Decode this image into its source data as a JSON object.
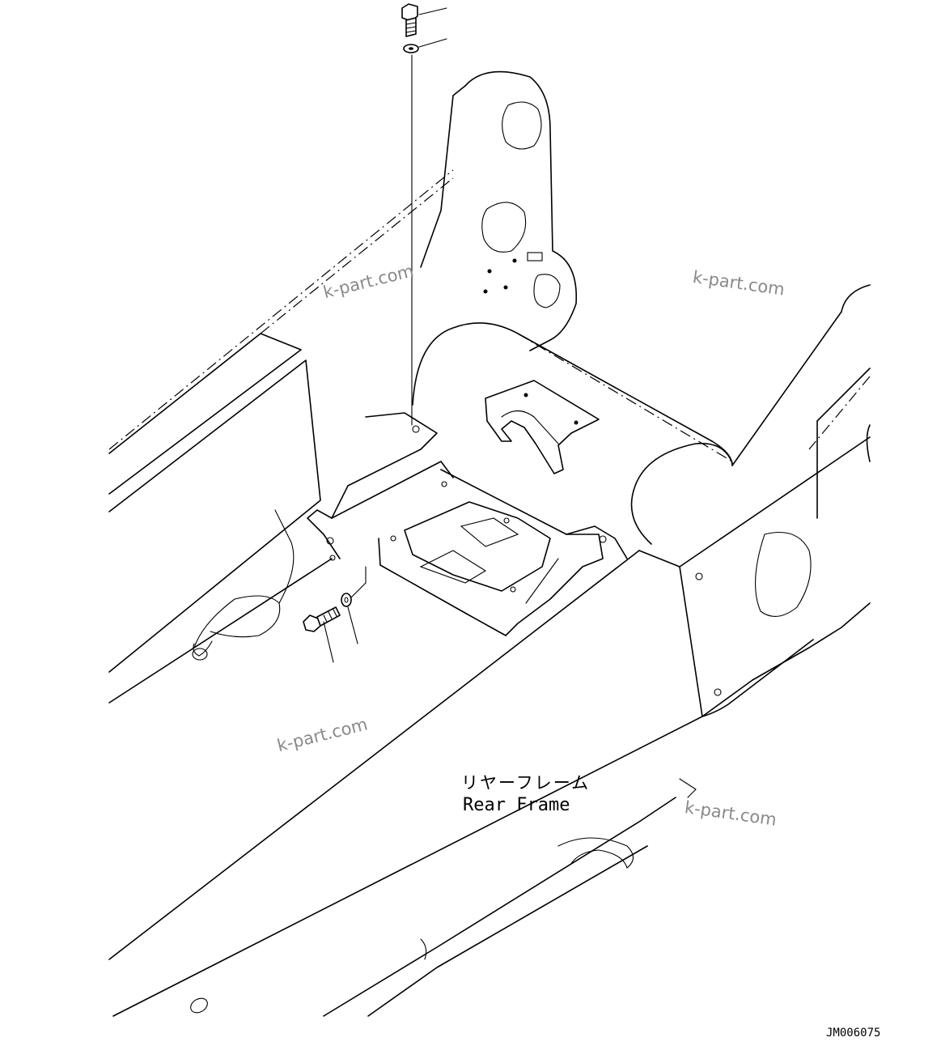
{
  "part_label": {
    "japanese": "リヤーフレーム",
    "english": "Rear Frame"
  },
  "drawing_number": "JM006075",
  "watermarks": [
    "k-part.com",
    "k-part.com",
    "k-part.com",
    "k-part.com"
  ],
  "colors": {
    "line": "#000000",
    "background": "#ffffff",
    "watermark": "#8a8a8a"
  }
}
